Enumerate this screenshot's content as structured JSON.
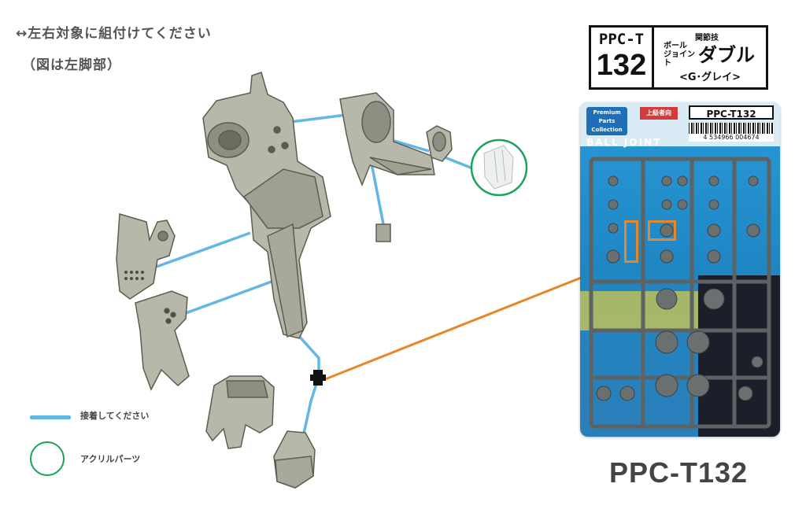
{
  "instructions": {
    "line1": "↔左右対象に組付けてください",
    "line2": "（図は左脚部）"
  },
  "legend": {
    "glue_label": "接着してください",
    "acrylic_label": "アクリルパーツ"
  },
  "product_label": {
    "code_top": "PPC-T",
    "code_number": "132",
    "category": "関節技",
    "ball_joint": "ボール ジョイント",
    "double": "ダブル",
    "color": "<G･グレイ>"
  },
  "package": {
    "code": "PPC-T132",
    "brand": "Premium Parts Collection",
    "badge": "上級者向",
    "ball_joint_text": "BALL JOINT",
    "barcode_number": "4 534966 004674"
  },
  "product_code": "PPC-T132",
  "colors": {
    "glue_line": "#64b7e3",
    "acrylic_circle": "#1aa35a",
    "highlight": "#e8862a"
  }
}
